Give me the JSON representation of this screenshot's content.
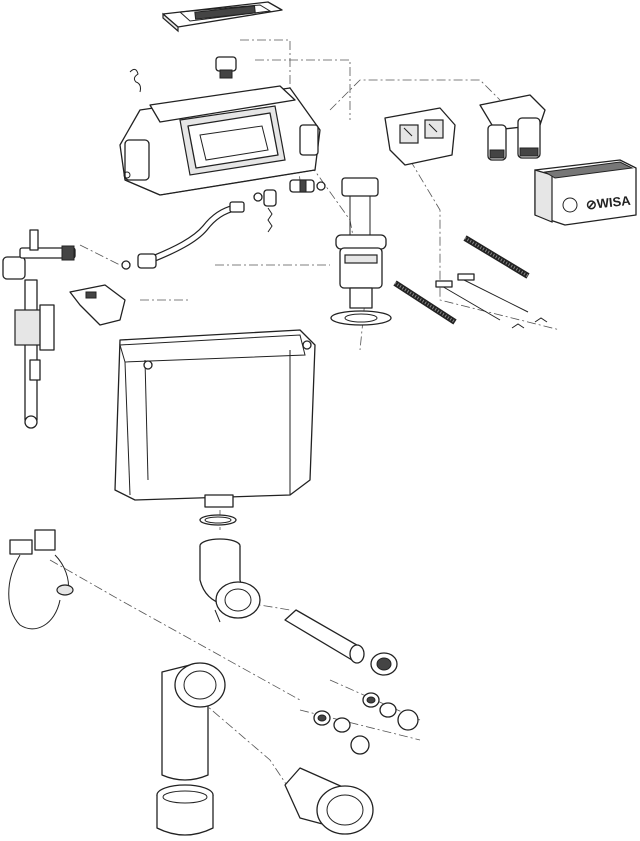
{
  "diagram": {
    "title_logo_text": "WISA",
    "type": "exploded-view",
    "parts": [
      "flush-plate",
      "cistern-lid-frame",
      "clip",
      "air-valve",
      "connector",
      "flexible-hose",
      "fill-valve",
      "bracket",
      "flush-valve",
      "actuator-block",
      "actuator-double",
      "service-box",
      "threaded-rods",
      "pull-rods",
      "cistern-tank",
      "o-ring",
      "outlet-bend",
      "wall-clamp",
      "flush-pipe",
      "pipe-seal",
      "cone-seals",
      "pan-bend",
      "pan-sleeve",
      "pan-connector"
    ]
  }
}
